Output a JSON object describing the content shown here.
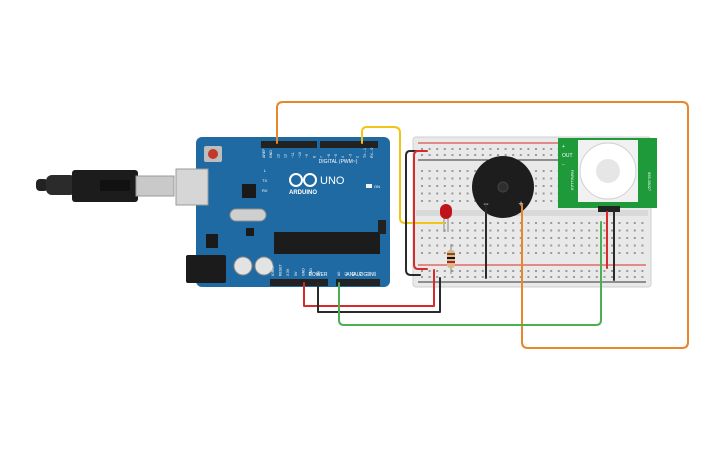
{
  "arduino": {
    "brand": "ARDUINO",
    "model": "UNO",
    "digital_label": "DIGITAL (PWM~)",
    "power_label": "POWER",
    "analog_label": "ANALOG IN",
    "on_label": "ON",
    "tx_label": "TX",
    "rx_label": "RX",
    "l_label": "L",
    "top_pins": [
      "AREF",
      "GND",
      "13",
      "12",
      "~11",
      "~10",
      "~9",
      "8",
      "7",
      "~6",
      "~5",
      "4",
      "~3",
      "2",
      "TX→1",
      "RX←0"
    ],
    "power_pins": [
      "IOREF",
      "RESET",
      "3.3V",
      "5V",
      "GND",
      "GND",
      "Vin"
    ],
    "analog_pins": [
      "A0",
      "A1",
      "A2",
      "A3",
      "A4",
      "A5"
    ]
  },
  "pir_sensor": {
    "label_left": "PARALLAX",
    "label_right": "555-28027",
    "pins": [
      "+",
      "OUT",
      "−"
    ]
  },
  "buzzer": {
    "minus": "−",
    "plus": "+"
  },
  "colors": {
    "board": "#1f6aa3",
    "board_dark": "#16507c",
    "breadboard": "#e9e9e9",
    "wire_orange": "#e8862a",
    "wire_yellow": "#f0c419",
    "wire_red": "#d62b2b",
    "wire_black": "#2a2a2a",
    "wire_green": "#4caf50",
    "led": "#c0141b",
    "pir": "#1e9a3b"
  }
}
